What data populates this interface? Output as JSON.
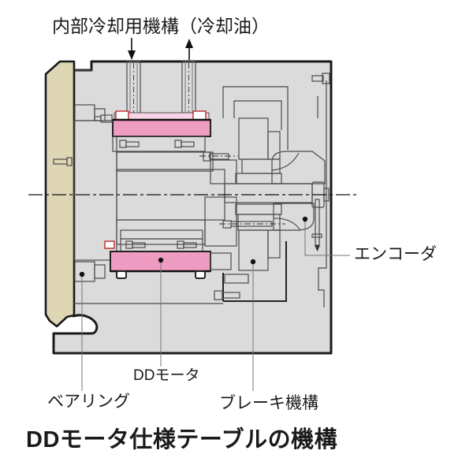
{
  "diagram": {
    "title": "DDモータ仕様テーブルの機構",
    "labels": {
      "cooling": "内部冷却用機構（冷却油）",
      "encoder": "エンコーダ",
      "dd_motor": "DDモータ",
      "bearing": "ベアリング",
      "brake": "ブレーキ機構"
    },
    "colors": {
      "housing_gray": "#dbdbdb",
      "shaft_tan": "#ded6b4",
      "stator_pink": "#ef9cc2",
      "rotor_pink": "#f6d3e6",
      "brake_yellow": "#f3e878",
      "encoder_cream": "#f5efc5",
      "outline_black": "#1a1a1a",
      "bolt_red": "#c03636",
      "leader_gray": "#808080"
    }
  }
}
